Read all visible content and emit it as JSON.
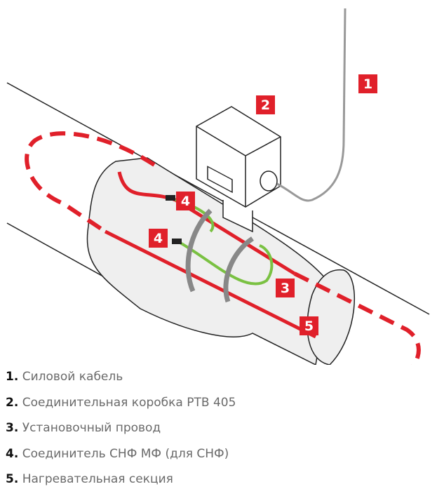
{
  "colors": {
    "accent": "#e0202a",
    "wire": "#7ac142",
    "outline": "#222222"
  },
  "tags": [
    "1",
    "2",
    "4",
    "4",
    "3",
    "5"
  ],
  "legend": [
    {
      "num": "1.",
      "text": "Силовой кабель"
    },
    {
      "num": "2.",
      "text": "Соединительная коробка PTB 405"
    },
    {
      "num": "3.",
      "text": "Установочный провод"
    },
    {
      "num": "4.",
      "text": "Соединитель СНФ МФ (для СНФ)"
    },
    {
      "num": "5.",
      "text": "Нагревательная секция"
    }
  ]
}
